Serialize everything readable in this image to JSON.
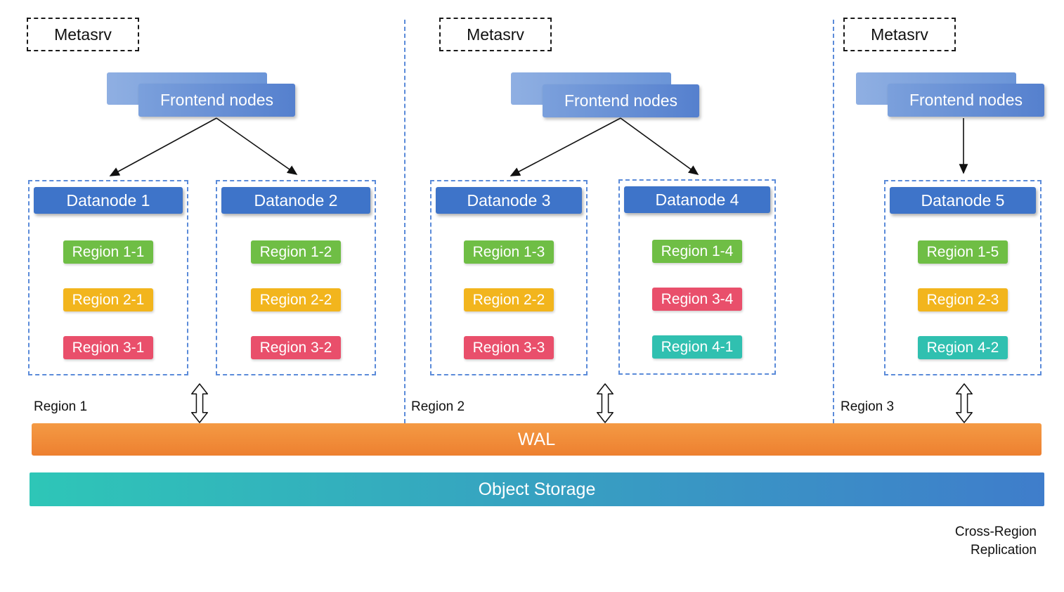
{
  "palette": {
    "green": "#6fbe45",
    "yellow": "#f2b51d",
    "red": "#e94f6b",
    "teal": "#30c0b0",
    "datanode_blue": "#3e74c9",
    "frontend_blue": "#5580ce",
    "wal_orange": "#ed8030",
    "storage_teal": "#2ec6b7",
    "storage_blue": "#3f7dcb",
    "dashed_blue": "#5b8bd9"
  },
  "regions": [
    {
      "metasrv": "Metasrv",
      "frontend": "Frontend nodes",
      "label": "Region 1"
    },
    {
      "metasrv": "Metasrv",
      "frontend": "Frontend nodes",
      "label": "Region 2"
    },
    {
      "metasrv": "Metasrv",
      "frontend": "Frontend nodes",
      "label": "Region 3"
    }
  ],
  "datanodes": [
    {
      "title": "Datanode 1",
      "regions": [
        {
          "label": "Region 1-1",
          "bg": "#6fbe45"
        },
        {
          "label": "Region 2-1",
          "bg": "#f2b51d"
        },
        {
          "label": "Region 3-1",
          "bg": "#e94f6b"
        }
      ]
    },
    {
      "title": "Datanode 2",
      "regions": [
        {
          "label": "Region 1-2",
          "bg": "#6fbe45"
        },
        {
          "label": "Region 2-2",
          "bg": "#f2b51d"
        },
        {
          "label": "Region 3-2",
          "bg": "#e94f6b"
        }
      ]
    },
    {
      "title": "Datanode 3",
      "regions": [
        {
          "label": "Region 1-3",
          "bg": "#6fbe45"
        },
        {
          "label": "Region 2-2",
          "bg": "#f2b51d"
        },
        {
          "label": "Region 3-3",
          "bg": "#e94f6b"
        }
      ]
    },
    {
      "title": "Datanode 4",
      "regions": [
        {
          "label": "Region 1-4",
          "bg": "#6fbe45"
        },
        {
          "label": "Region 3-4",
          "bg": "#e94f6b"
        },
        {
          "label": "Region 4-1",
          "bg": "#30c0b0"
        }
      ]
    },
    {
      "title": "Datanode 5",
      "regions": [
        {
          "label": "Region 1-5",
          "bg": "#6fbe45"
        },
        {
          "label": "Region 2-3",
          "bg": "#f2b51d"
        },
        {
          "label": "Region 4-2",
          "bg": "#30c0b0"
        }
      ]
    }
  ],
  "wal": {
    "label": "WAL"
  },
  "object_storage": {
    "label": "Object Storage"
  },
  "cross_region": {
    "line1": "Cross-Region",
    "line2": "Replication"
  }
}
